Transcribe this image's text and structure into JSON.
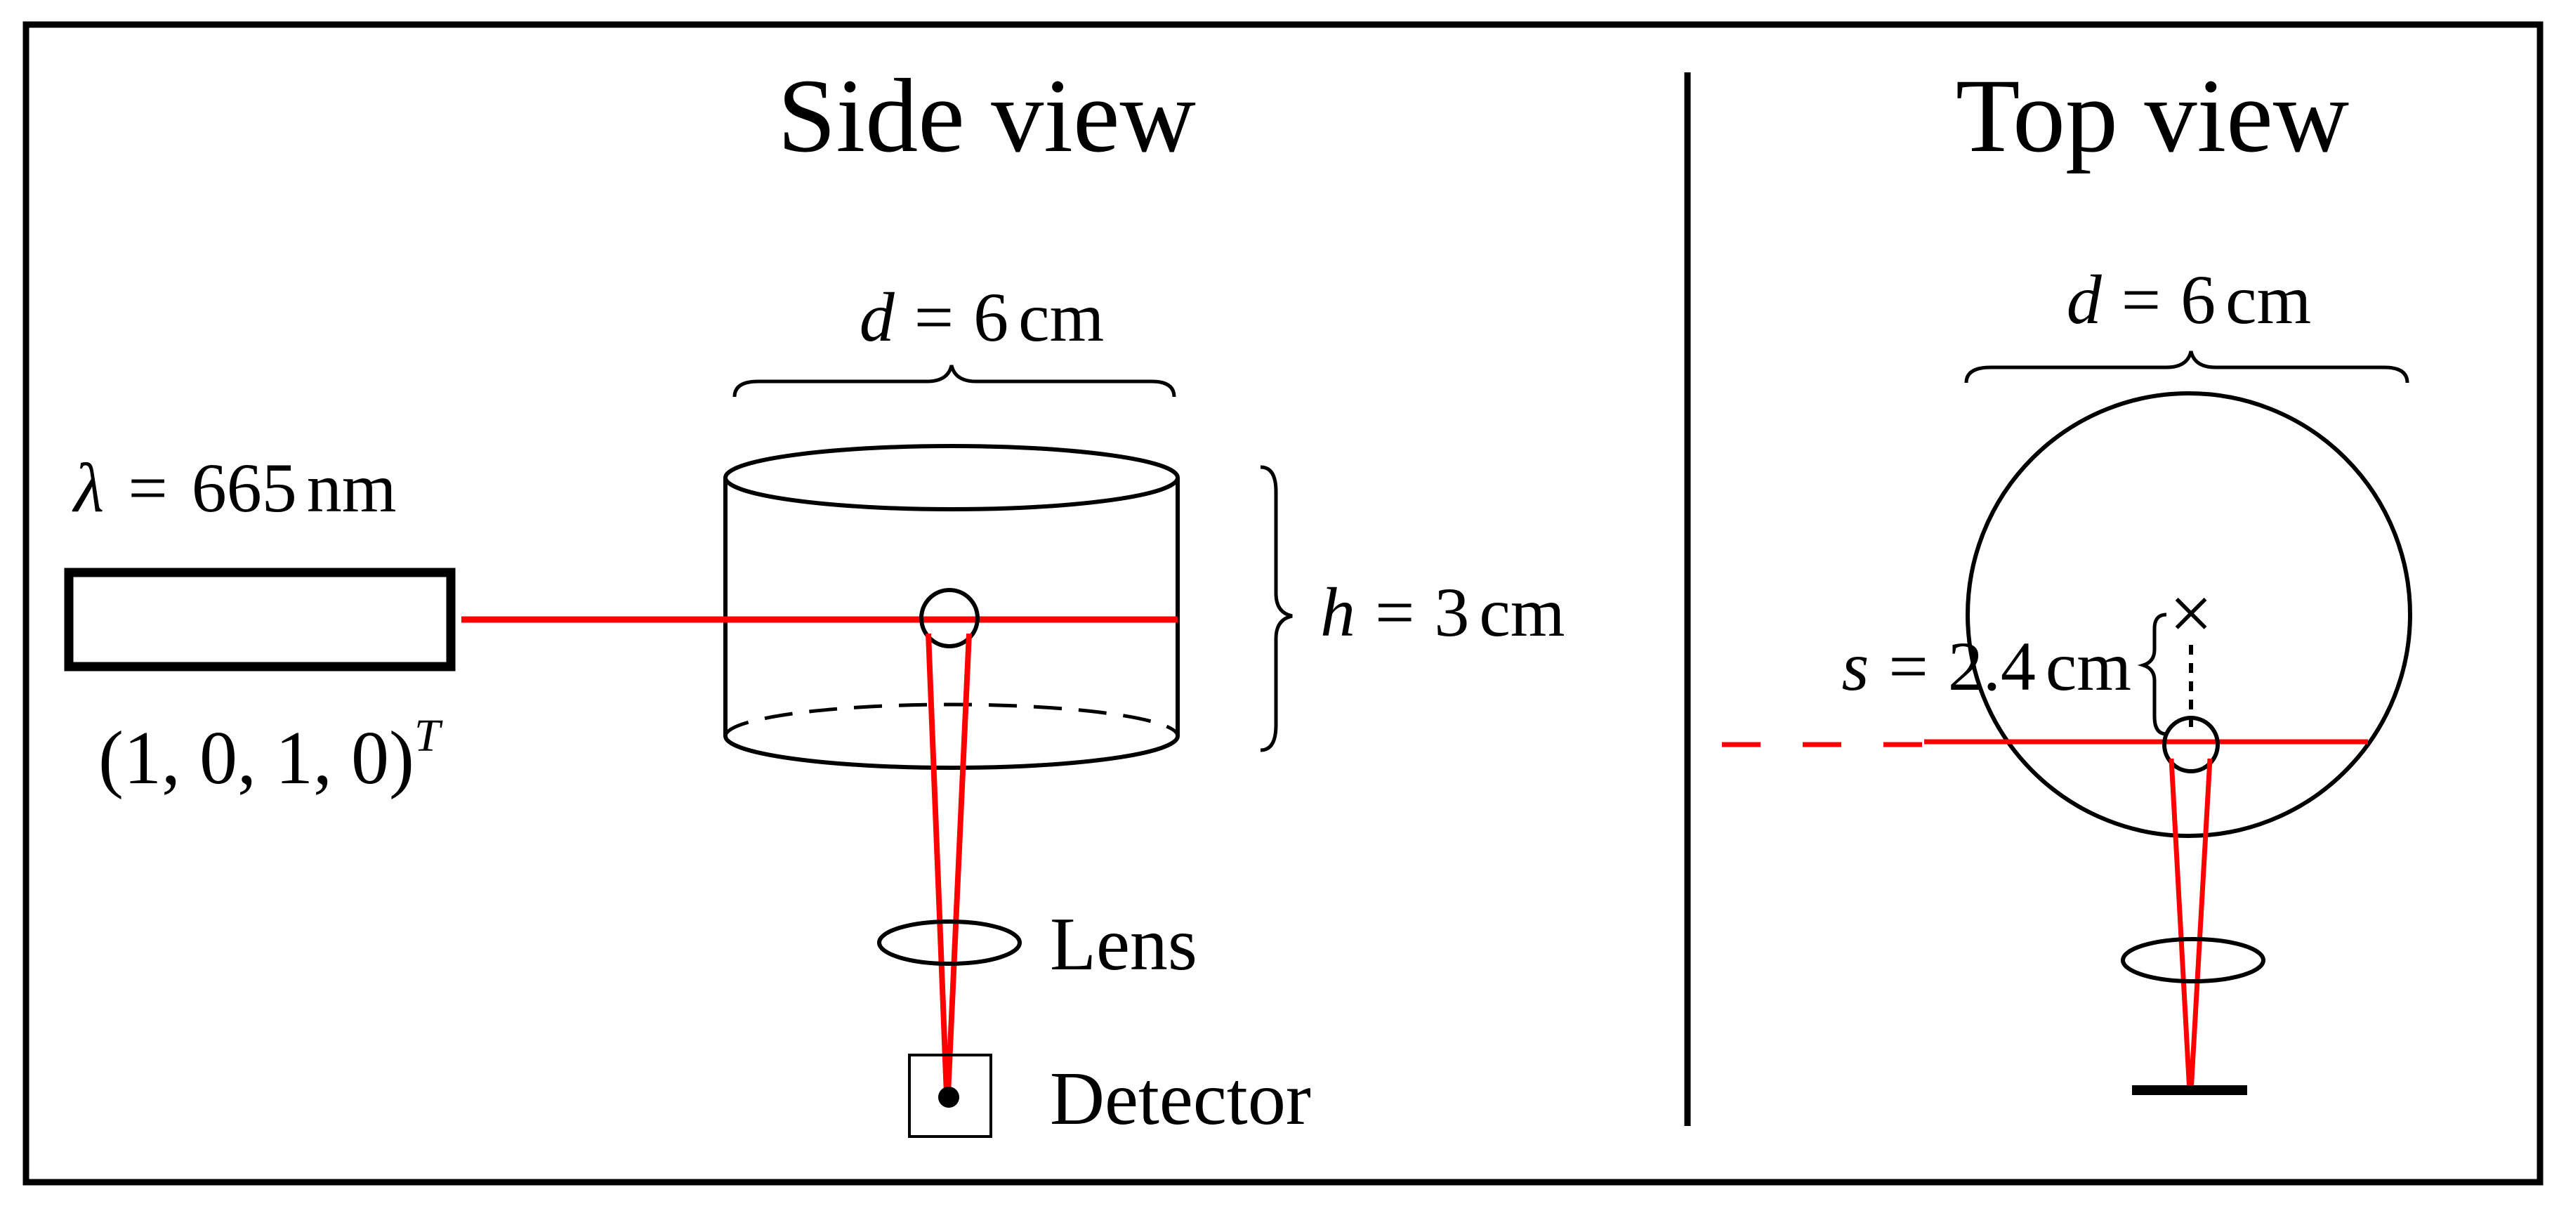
{
  "side_view": {
    "title": "Side view",
    "laser_wavelength": {
      "symbol": "λ",
      "equals": "=",
      "value": "665",
      "unit": "nm"
    },
    "polarization": {
      "base": "(1, 0, 1, 0)",
      "superscript": "T"
    },
    "diameter": {
      "symbol": "d",
      "equals": "=",
      "value": "6",
      "unit": "cm"
    },
    "height": {
      "symbol": "h",
      "equals": "=",
      "value": "3",
      "unit": "cm"
    },
    "lens_label": "Lens",
    "detector_label": "Detector"
  },
  "top_view": {
    "title": "Top view",
    "diameter": {
      "symbol": "d",
      "equals": "=",
      "value": "6",
      "unit": "cm"
    },
    "offset": {
      "symbol": "s",
      "equals": "=",
      "value": "2.4",
      "unit": "cm"
    },
    "center_marker": "×"
  },
  "colors": {
    "beam": "#ff0000",
    "stroke": "#000000",
    "background": "#ffffff"
  }
}
